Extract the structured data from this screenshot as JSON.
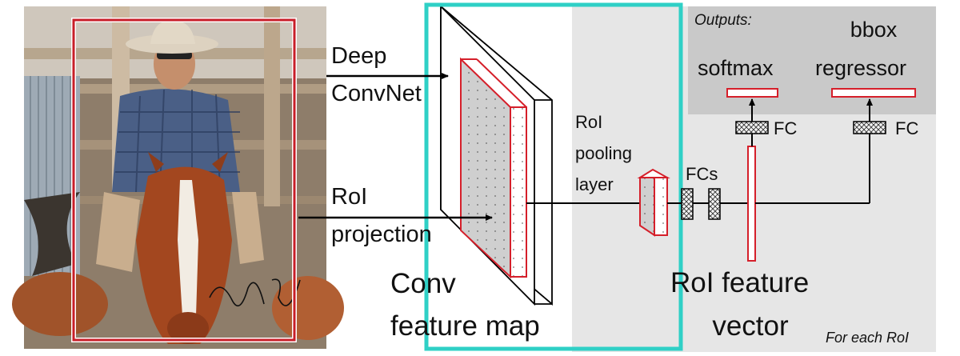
{
  "labels": {
    "deep": "Deep",
    "convnet": "ConvNet",
    "roi": "RoI",
    "projection": "projection",
    "conv": "Conv",
    "feature_map": "feature map",
    "roi_pool_1": "RoI",
    "roi_pool_2": "pooling",
    "roi_pool_3": "layer",
    "fcs": "FCs",
    "roi_feature": "RoI feature",
    "vector": "vector",
    "outputs": "Outputs:",
    "softmax": "softmax",
    "bbox": "bbox",
    "regressor": "regressor",
    "fc_left": "FC",
    "fc_right": "FC",
    "for_each_roi": "For each RoI"
  },
  "colors": {
    "accent_cyan": "#2fd0c6",
    "roi_red": "#d51f2a",
    "panel_light": "#e6e6e6",
    "panel_dark": "#c9c9c9",
    "text": "#111111"
  },
  "image": {
    "description_icon": "cowboy-on-horse-photo",
    "signature": "Dave Ogilvie"
  }
}
